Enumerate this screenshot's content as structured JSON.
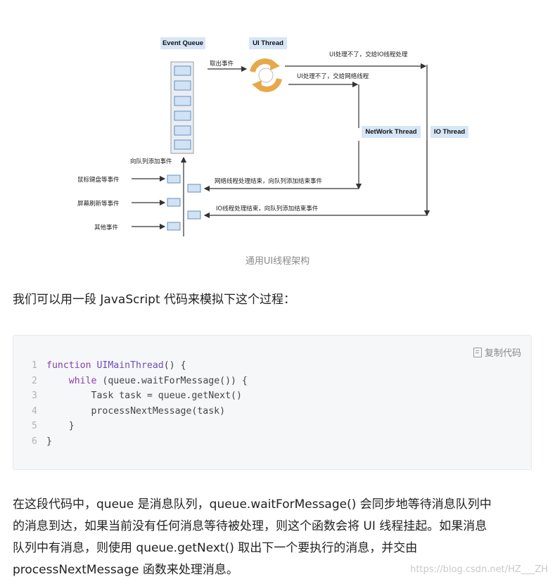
{
  "diagram": {
    "event_queue": "Event Queue",
    "ui_thread": "UI Thread",
    "network_thread": "NetWork Thread",
    "io_thread": "IO Thread",
    "take_event": "取出事件",
    "to_io": "UI处理不了，交给IO线程处理",
    "to_network": "UI处理不了，交给网络线程",
    "add_to_queue": "向队列添加事件",
    "mouse_keyboard": "鼠标键盘等事件",
    "screen_refresh": "屏幕刷新等事件",
    "other_events": "其他事件",
    "network_done": "网络线程处理结束，向队列添加结束事件",
    "io_done": "IO线程处理结束，向队列添加结束事件",
    "caption": "通用UI线程架构"
  },
  "intro": "我们可以用一段 JavaScript 代码来模拟下这个过程：",
  "copy_label": "复制代码",
  "code_lines": [
    {
      "n": "1",
      "parts": [
        {
          "t": "function ",
          "c": "kw"
        },
        {
          "t": "UIMainThread",
          "c": "fn"
        },
        {
          "t": "() {",
          "c": "pl"
        }
      ]
    },
    {
      "n": "2",
      "parts": [
        {
          "t": "    while",
          "c": "kw"
        },
        {
          "t": " (queue.waitForMessage()) {",
          "c": "pl"
        }
      ]
    },
    {
      "n": "3",
      "parts": [
        {
          "t": "        Task task = queue.getNext()",
          "c": "pl"
        }
      ]
    },
    {
      "n": "4",
      "parts": [
        {
          "t": "        processNextMessage(task)",
          "c": "pl"
        }
      ]
    },
    {
      "n": "5",
      "parts": [
        {
          "t": "    }",
          "c": "pl"
        }
      ]
    },
    {
      "n": "6",
      "parts": [
        {
          "t": "}",
          "c": "pl"
        }
      ]
    }
  ],
  "explanation": [
    "在这段代码中，queue 是消息队列，queue.waitForMessage() 会同步地等待消息队列中",
    "的消息到达，如果当前没有任何消息等待被处理，则这个函数会将 UI 线程挂起。如果消息",
    "队列中有消息，则使用 queue.getNext() 取出下一个要执行的消息，并交由",
    "processNextMessage 函数来处理消息。"
  ],
  "watermark": "https://blog.csdn.net/HZ___ZH"
}
